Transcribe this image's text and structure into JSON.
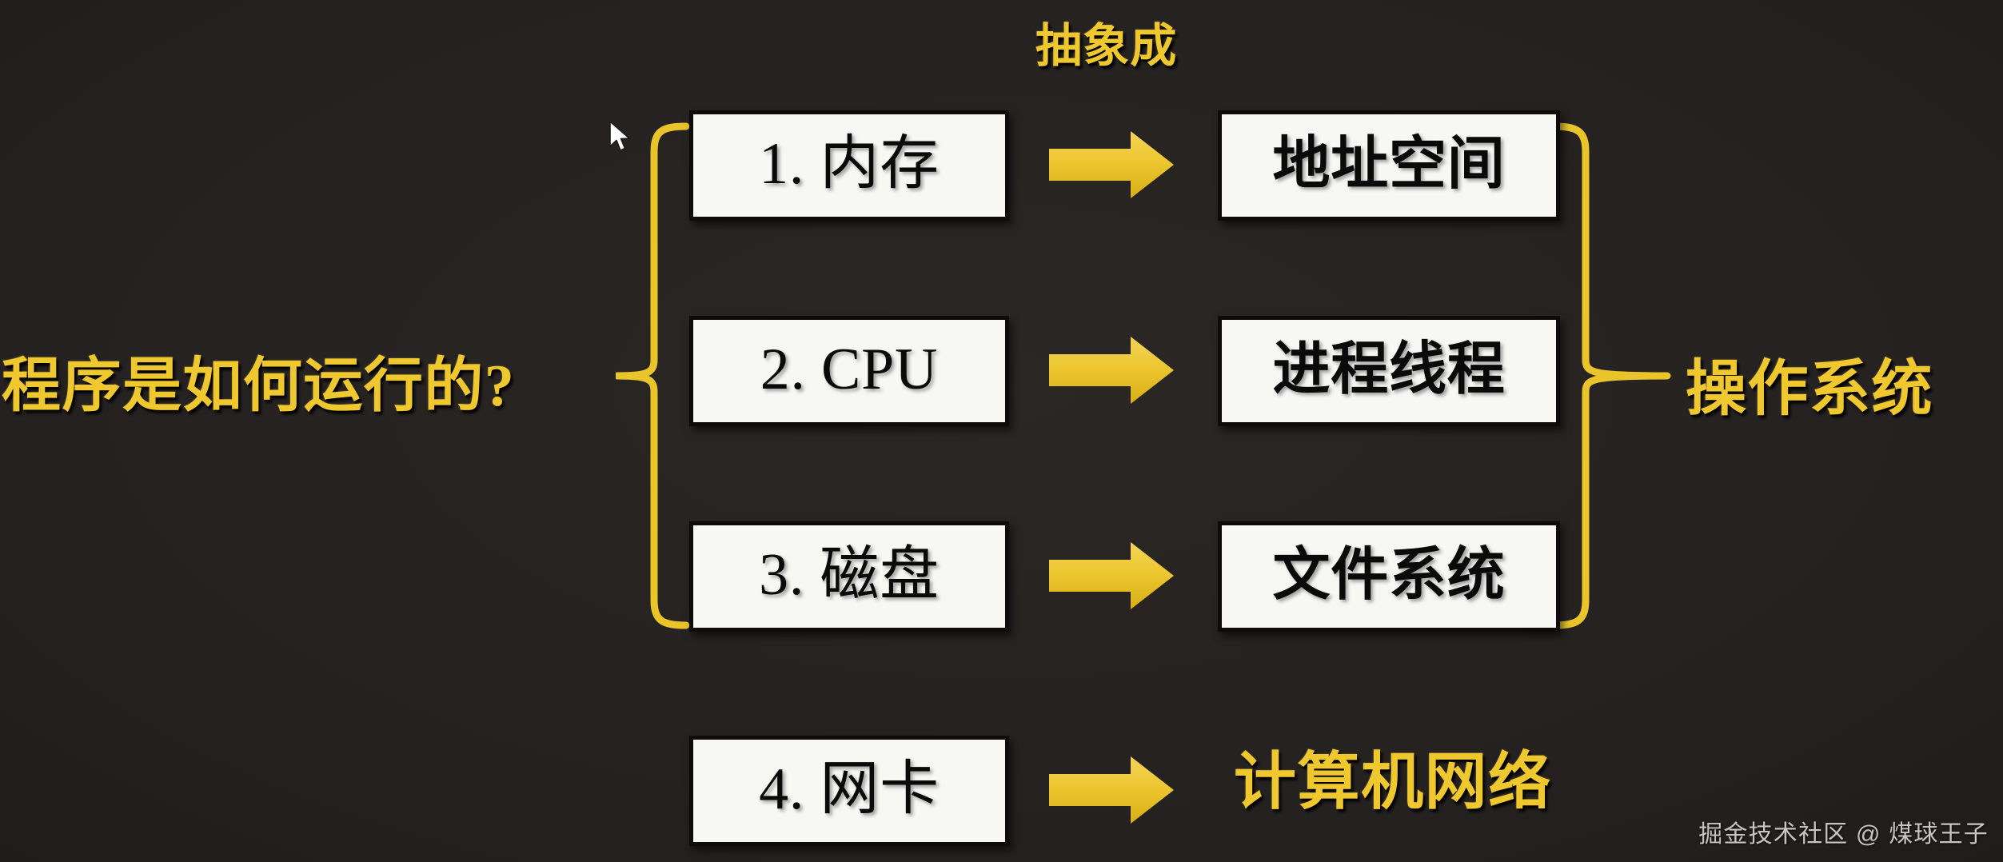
{
  "background_color": "#272421",
  "accent_gold": "#EFC72E",
  "box_fill": "#F7F7F4",
  "box_border": "#0D0C0B",
  "labels": {
    "abstract_into": "抽象成",
    "question": "程序是如何运行的?",
    "operating_system": "操作系统",
    "computer_network": "计算机网络"
  },
  "rows": [
    {
      "hardware": "1. 内存",
      "abstraction": "地址空间"
    },
    {
      "hardware": "2. CPU",
      "abstraction": "进程线程"
    },
    {
      "hardware": "3. 磁盘",
      "abstraction": "文件系统"
    },
    {
      "hardware": "4. 网卡",
      "abstraction": "计算机网络"
    }
  ],
  "icons": {
    "arrow": "right-block-arrow-icon",
    "left_brace": "left-brace-icon",
    "right_brace": "right-brace-icon",
    "cursor": "mouse-pointer-icon"
  },
  "watermark": "掘金技术社区 @ 煤球王子"
}
